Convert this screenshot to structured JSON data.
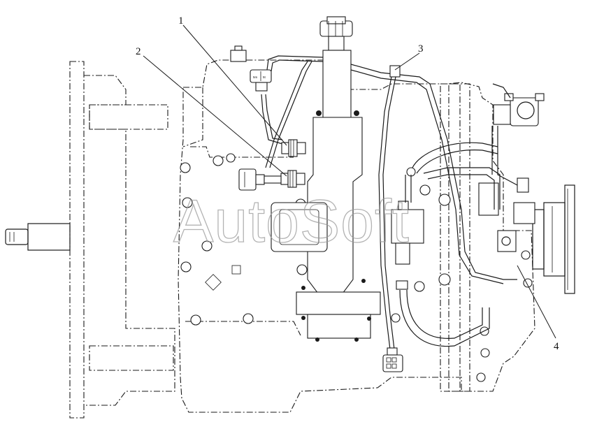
{
  "watermark": "AutoSoft",
  "callouts": [
    {
      "id": "1",
      "label": "1"
    },
    {
      "id": "2",
      "label": "2"
    },
    {
      "id": "3",
      "label": "3"
    },
    {
      "id": "4",
      "label": "4"
    }
  ],
  "connector_labels": {
    "left": "5m",
    "right": "5t"
  },
  "colors": {
    "line": "#1a1a1a",
    "watermark": "#9a9a9a",
    "background": "#ffffff"
  }
}
